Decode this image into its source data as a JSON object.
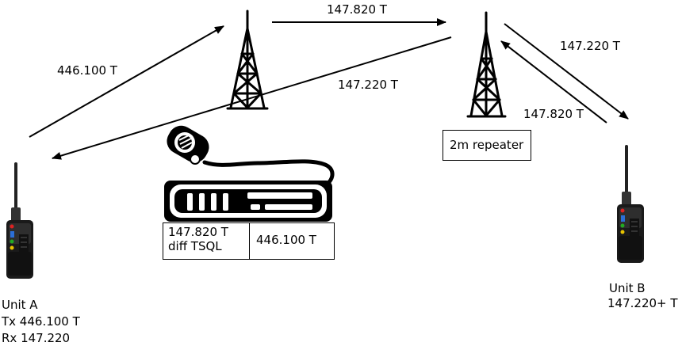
{
  "links": {
    "unitA_to_mobile_rx": "446.100 T",
    "mobile_to_repeater": "147.820 T",
    "repeater_to_unitA": "147.220 T",
    "repeater_to_unitB": "147.220 T",
    "unitB_to_repeater": "147.820 T"
  },
  "repeater": {
    "label": "2m repeater"
  },
  "crossband_mobile": {
    "left_line1": "147.820 T",
    "left_line2": "diff TSQL",
    "right": "446.100 T"
  },
  "unit_a": {
    "name": "Unit A",
    "tx": "Tx 446.100 T",
    "rx": "Rx 147.220"
  },
  "unit_b": {
    "name": "Unit B",
    "freq": "147.220+ T"
  }
}
